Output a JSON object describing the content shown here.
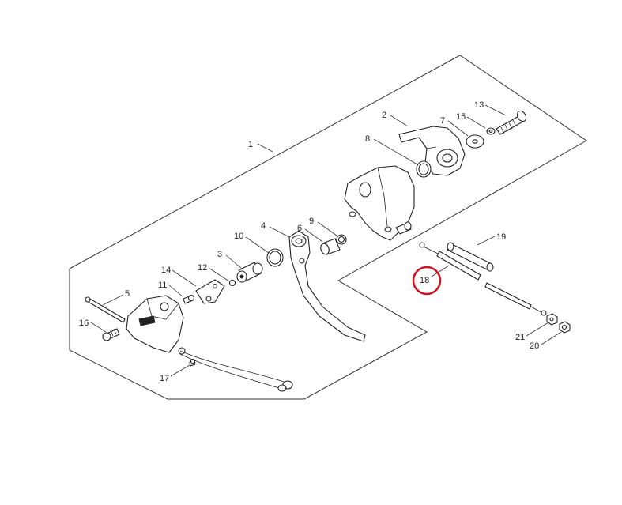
{
  "diagram": {
    "callouts": [
      "1",
      "2",
      "3",
      "4",
      "5",
      "6",
      "7",
      "8",
      "9",
      "10",
      "11",
      "12",
      "13",
      "14",
      "15",
      "16",
      "17",
      "18",
      "19",
      "20",
      "21"
    ],
    "highlighted": "18",
    "highlight_color": "#d0101a",
    "line_color": "#222222"
  }
}
